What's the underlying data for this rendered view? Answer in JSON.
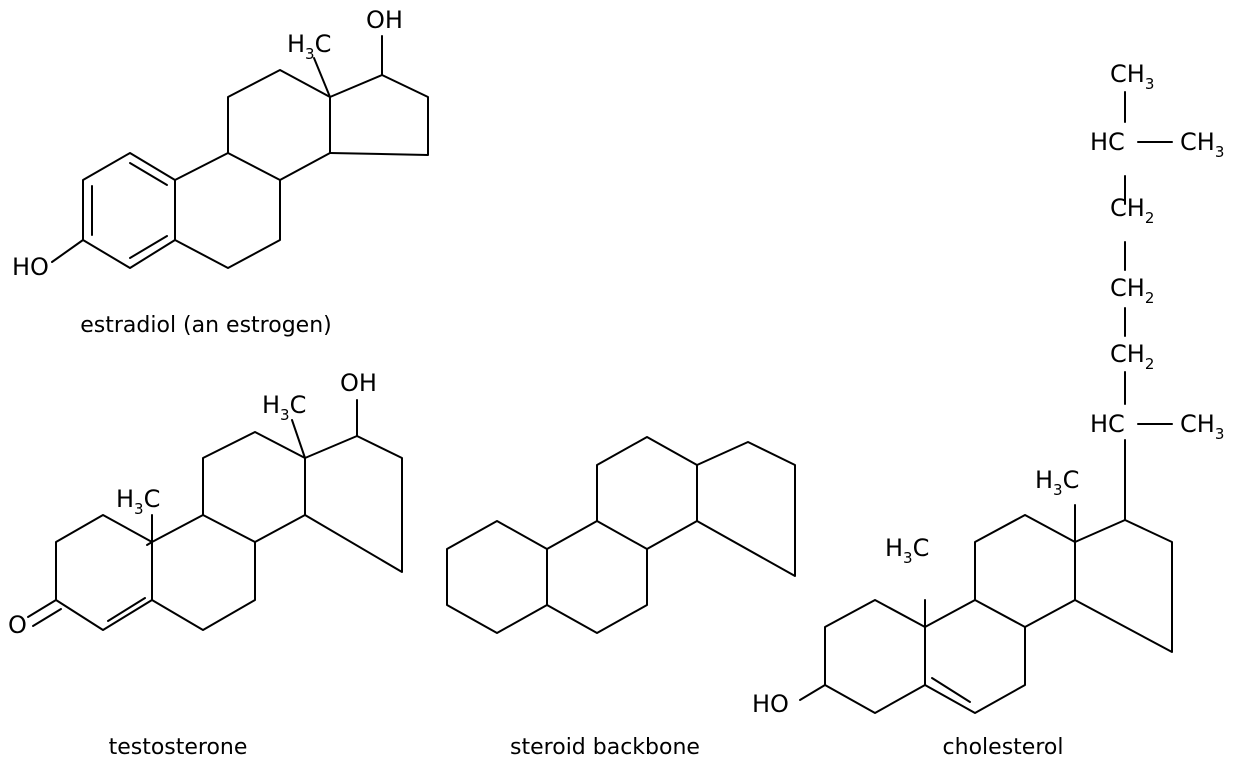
{
  "molecules": {
    "estradiol": {
      "name": "estradiol (an estrogen)",
      "methyl": {
        "main": "H",
        "sub": "3",
        "tail": "C"
      },
      "hydroxyl_top": "OH",
      "hydroxyl_left": "HO"
    },
    "testosterone": {
      "name": "testosterone",
      "methyl_top": {
        "main": "H",
        "sub": "3",
        "tail": "C"
      },
      "methyl_left": {
        "main": "H",
        "sub": "3",
        "tail": "C"
      },
      "hydroxyl_top": "OH",
      "ketone": "O"
    },
    "backbone": {
      "name": "steroid backbone"
    },
    "cholesterol": {
      "name": "cholesterol",
      "methyl_top": {
        "main": "H",
        "sub": "3",
        "tail": "C"
      },
      "methyl_left": {
        "main": "H",
        "sub": "3",
        "tail": "C"
      },
      "hydroxyl_left": "HO",
      "side_chain": [
        {
          "main": "CH",
          "sub": "3"
        },
        {
          "main": "HC",
          "sub": ""
        },
        {
          "main": "CH",
          "sub": "3"
        },
        {
          "main": "CH",
          "sub": "2"
        },
        {
          "main": "CH",
          "sub": "2"
        },
        {
          "main": "CH",
          "sub": "2"
        },
        {
          "main": "HC",
          "sub": ""
        },
        {
          "main": "CH",
          "sub": "3"
        }
      ]
    }
  }
}
